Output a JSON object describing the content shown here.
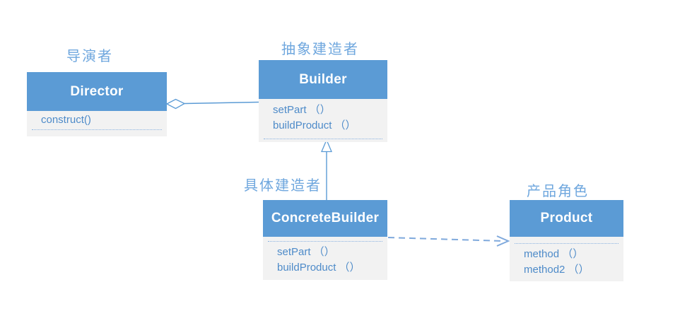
{
  "labels": {
    "director_role": "导演者",
    "abstract_builder_role": "抽象建造者",
    "concrete_builder_role": "具体建造者",
    "product_role": "产品角色"
  },
  "classes": {
    "director": {
      "name": "Director",
      "members": [
        "construct()"
      ]
    },
    "builder": {
      "name": "Builder",
      "members": [
        "setPart （）",
        "buildProduct （）"
      ]
    },
    "concrete_builder": {
      "name": "ConcreteBuilder",
      "members": [
        "setPart （）",
        "buildProduct （）"
      ]
    },
    "product": {
      "name": "Product",
      "members": [
        "method （）",
        "method2 （）"
      ]
    }
  },
  "relationships": [
    {
      "from": "Director",
      "to": "Builder",
      "type": "aggregation"
    },
    {
      "from": "ConcreteBuilder",
      "to": "Builder",
      "type": "inheritance"
    },
    {
      "from": "ConcreteBuilder",
      "to": "Product",
      "type": "dependency"
    }
  ],
  "colors": {
    "class_header": "#5b9bd5",
    "class_body": "#f2f2f2",
    "member_text": "#4e8bc9",
    "role_label_text": "#6fa7de",
    "connector_line": "#5b9bd5",
    "dashed_line": "#7fa9dc",
    "separator_dotted": "#8ab2e0",
    "background": "#ffffff"
  }
}
